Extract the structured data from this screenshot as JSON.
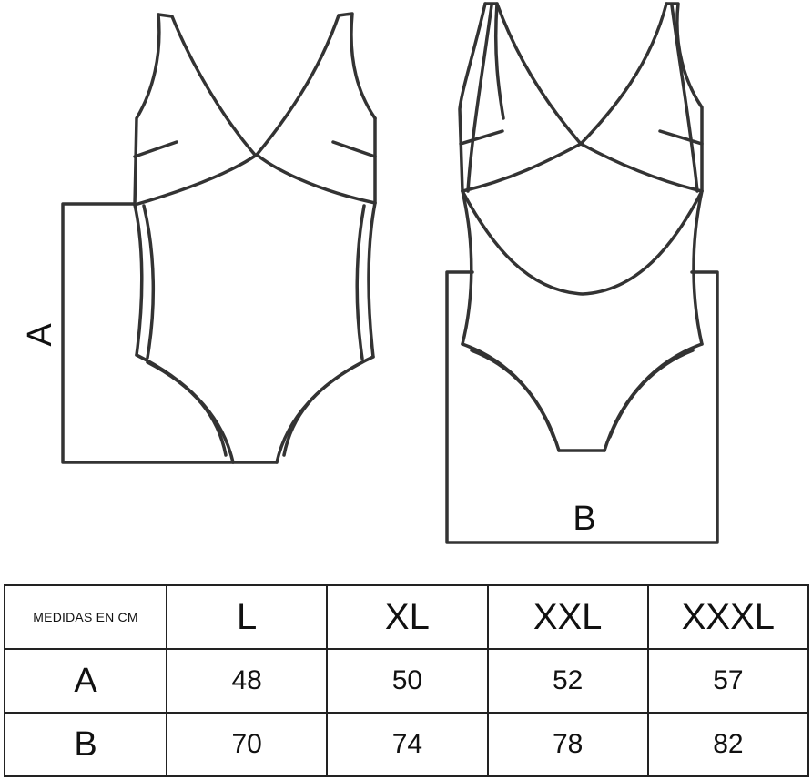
{
  "diagram": {
    "label_a": "A",
    "label_b": "B",
    "line_color": "#333333"
  },
  "table": {
    "header_label": "MEDIDAS EN CM",
    "sizes": [
      "L",
      "XL",
      "XXL",
      "XXXL"
    ],
    "rows": [
      {
        "label": "A",
        "values": [
          "48",
          "50",
          "52",
          "57"
        ]
      },
      {
        "label": "B",
        "values": [
          "70",
          "74",
          "78",
          "82"
        ]
      }
    ]
  }
}
